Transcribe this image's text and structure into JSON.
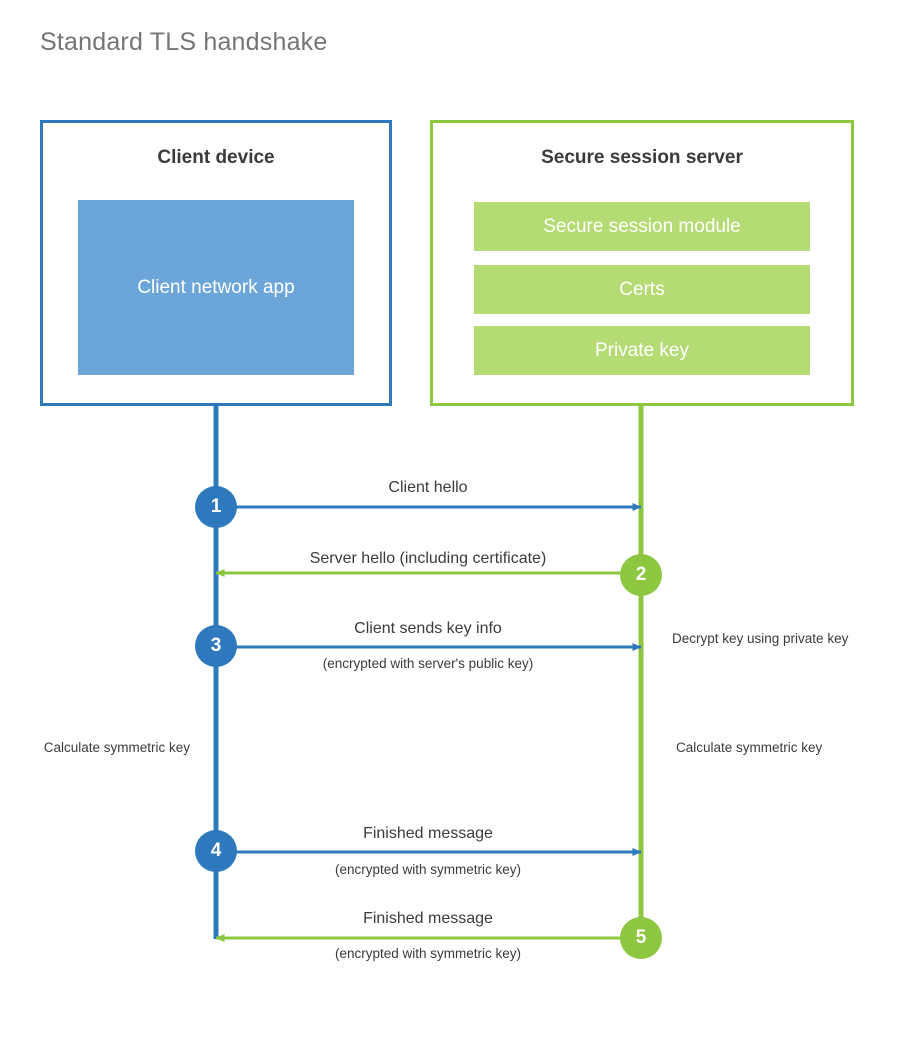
{
  "title": "Standard TLS handshake",
  "colors": {
    "client_accent": "#2E78BE",
    "client_fill": "#6CA6D9",
    "server_accent": "#8DC63F",
    "server_fill": "#B5DB74",
    "text": "#3b3b3b",
    "title_text": "#757575",
    "background": "#ffffff"
  },
  "client": {
    "box_title": "Client device",
    "app_label": "Client network app"
  },
  "server": {
    "box_title": "Secure session server",
    "modules": [
      {
        "label": "Secure session module"
      },
      {
        "label": "Certs"
      },
      {
        "label": "Private key"
      }
    ]
  },
  "steps": [
    {
      "number": "1",
      "from": "client",
      "to": "server",
      "direction": "right",
      "primary_label": "Client hello",
      "secondary_label": ""
    },
    {
      "number": "2",
      "from": "server",
      "to": "client",
      "direction": "left",
      "primary_label": "Server hello (including certificate)",
      "secondary_label": ""
    },
    {
      "number": "3",
      "from": "client",
      "to": "server",
      "direction": "right",
      "primary_label": "Client sends key info",
      "secondary_label": "(encrypted with server's public key)"
    },
    {
      "number": "4",
      "from": "client",
      "to": "server",
      "direction": "right",
      "primary_label": "Finished message",
      "secondary_label": "(encrypted with symmetric key)"
    },
    {
      "number": "5",
      "from": "server",
      "to": "client",
      "direction": "left",
      "primary_label": "Finished message",
      "secondary_label": "(encrypted with symmetric key)"
    }
  ],
  "annotations": {
    "decrypt_key": "Decrypt key using private key",
    "client_calculate": "Calculate symmetric key",
    "server_calculate": "Calculate symmetric key"
  }
}
